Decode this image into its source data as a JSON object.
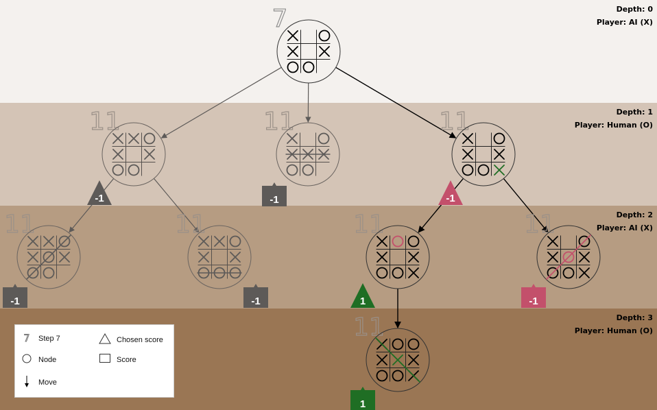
{
  "levels": [
    {
      "depth": "Depth: 0",
      "player": "Player: AI (X)",
      "color": "#f4f1ee"
    },
    {
      "depth": "Depth: 1",
      "player": "Player: Human (O)",
      "color": "#d4c4b6"
    },
    {
      "depth": "Depth: 2",
      "player": "Player: AI (X)",
      "color": "#b69c82"
    },
    {
      "depth": "Depth: 3",
      "player": "Player: Human (O)",
      "color": "#9a7654"
    }
  ],
  "colors": {
    "dim": "#5d5a58",
    "chosen_neg": "#c3506b",
    "chosen_pos": "#1f6e24",
    "dark": "#000000",
    "step_dim": "#9a9088"
  },
  "nodes": [
    {
      "id": "root",
      "depth": 0,
      "step": "7",
      "board": [
        "X",
        "",
        "O",
        "X",
        "",
        "X",
        "O",
        "O",
        ""
      ],
      "highlight": [],
      "winline": null,
      "active": true
    },
    {
      "id": "d1a",
      "depth": 1,
      "step": "11",
      "board": [
        "X",
        "X",
        "O",
        "X",
        "",
        "X",
        "O",
        "O",
        ""
      ],
      "highlight": [],
      "winline": null,
      "active": false
    },
    {
      "id": "d1b",
      "depth": 1,
      "step": "11",
      "board": [
        "X",
        "",
        "O",
        "X",
        "X",
        "X",
        "O",
        "O",
        ""
      ],
      "highlight": [],
      "winline": "row1",
      "active": false
    },
    {
      "id": "d1c",
      "depth": 1,
      "step": "11",
      "board": [
        "X",
        "",
        "O",
        "X",
        "",
        "X",
        "O",
        "O",
        "X"
      ],
      "highlight": [
        8
      ],
      "winline": null,
      "active": true
    },
    {
      "id": "d2a",
      "depth": 2,
      "step": "11",
      "board": [
        "X",
        "X",
        "O",
        "X",
        "O",
        "X",
        "O",
        "O",
        ""
      ],
      "highlight": [],
      "winline": "anti",
      "active": false
    },
    {
      "id": "d2b",
      "depth": 2,
      "step": "11",
      "board": [
        "X",
        "X",
        "O",
        "X",
        "",
        "X",
        "O",
        "O",
        "O"
      ],
      "highlight": [],
      "winline": "row2",
      "active": false
    },
    {
      "id": "d2c",
      "depth": 2,
      "step": "11",
      "board": [
        "X",
        "O",
        "O",
        "X",
        "",
        "X",
        "O",
        "O",
        "X"
      ],
      "highlight": [
        1
      ],
      "winline": null,
      "active": true
    },
    {
      "id": "d2d",
      "depth": 2,
      "step": "11",
      "board": [
        "X",
        "",
        "O",
        "X",
        "O",
        "X",
        "O",
        "O",
        "X"
      ],
      "highlight": [
        4
      ],
      "winline": "anti",
      "active": true
    },
    {
      "id": "d3a",
      "depth": 3,
      "step": "11",
      "board": [
        "X",
        "O",
        "O",
        "X",
        "X",
        "X",
        "O",
        "O",
        "X"
      ],
      "highlight": [
        4
      ],
      "winline": "diag",
      "active": true
    }
  ],
  "scores": [
    {
      "node": "d1a",
      "value": "-1",
      "kind": "triangle",
      "tone": "dim"
    },
    {
      "node": "d1b",
      "value": "-1",
      "kind": "square",
      "tone": "dim"
    },
    {
      "node": "d1c",
      "value": "-1",
      "kind": "triangle",
      "tone": "chosen_neg"
    },
    {
      "node": "d2a",
      "value": "-1",
      "kind": "square",
      "tone": "dim"
    },
    {
      "node": "d2b",
      "value": "-1",
      "kind": "square",
      "tone": "dim"
    },
    {
      "node": "d2c",
      "value": "1",
      "kind": "triangle",
      "tone": "chosen_pos"
    },
    {
      "node": "d2d",
      "value": "-1",
      "kind": "square",
      "tone": "chosen_neg"
    },
    {
      "node": "d3a",
      "value": "1",
      "kind": "square",
      "tone": "chosen_pos"
    }
  ],
  "edges": [
    {
      "from": "root",
      "to": "d1a",
      "active": false
    },
    {
      "from": "root",
      "to": "d1b",
      "active": false
    },
    {
      "from": "root",
      "to": "d1c",
      "active": true
    },
    {
      "from": "d1a",
      "to": "d2a",
      "active": false
    },
    {
      "from": "d1a",
      "to": "d2b",
      "active": false
    },
    {
      "from": "d1c",
      "to": "d2c",
      "active": true
    },
    {
      "from": "d1c",
      "to": "d2d",
      "active": true
    },
    {
      "from": "d2c",
      "to": "d3a",
      "active": true
    }
  ],
  "legend": {
    "step_icon": "7",
    "step_label": "Step 7",
    "node_label": "Node",
    "move_label": "Move",
    "chosen_label": "Chosen score",
    "score_label": "Score"
  }
}
